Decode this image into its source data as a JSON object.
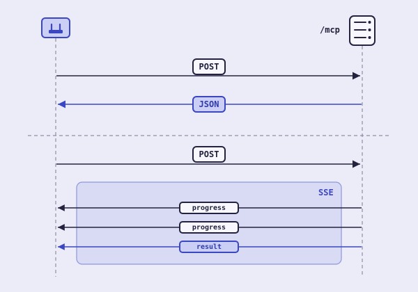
{
  "colors": {
    "background": "#ececf8",
    "ink": "#23233f",
    "accent": "#3b46c2",
    "sse_box_fill": "#d9dbf5",
    "lifeline": "#8e8ea3"
  },
  "client": {
    "icon": "robot-icon"
  },
  "server": {
    "label": "/mcp",
    "icon": "server-document-icon"
  },
  "messages": [
    {
      "label": "POST",
      "direction": "client-to-server",
      "kind": "request"
    },
    {
      "label": "JSON",
      "direction": "server-to-client",
      "kind": "reply"
    },
    {
      "label": "POST",
      "direction": "client-to-server",
      "kind": "request"
    },
    {
      "label": "progress",
      "direction": "server-to-client",
      "kind": "stream"
    },
    {
      "label": "progress",
      "direction": "server-to-client",
      "kind": "stream"
    },
    {
      "label": "result",
      "direction": "server-to-client",
      "kind": "reply"
    }
  ],
  "sse_box": {
    "label": "SSE"
  }
}
